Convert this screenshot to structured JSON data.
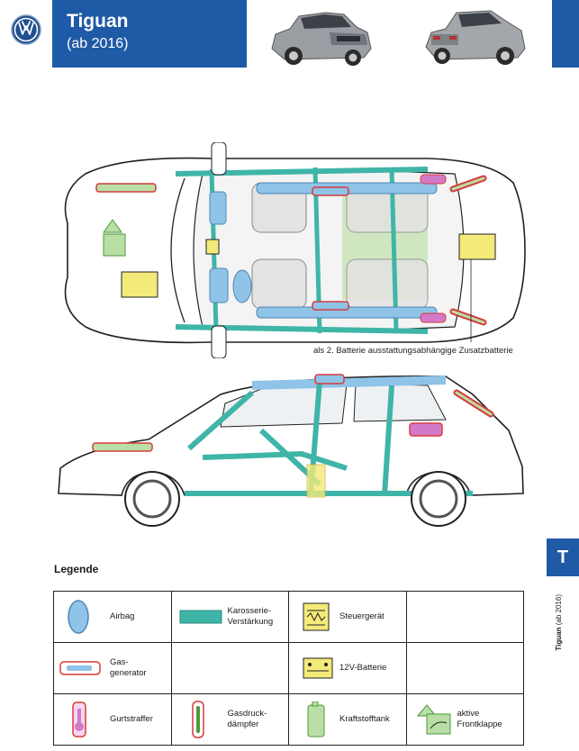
{
  "header": {
    "title": "Tiguan",
    "subtitle": "(ab 2016)",
    "logo_icon": "vw-logo-icon",
    "brand_color": "#1f5aa6"
  },
  "diagram": {
    "battery_note": "als 2. Batterie ausstattungsabhängige Zusatzbatterie"
  },
  "side_tab": {
    "letter": "T",
    "model": "Tiguan",
    "years": "(ab 2016)"
  },
  "legend": {
    "title": "Legende",
    "items": [
      {
        "icon": "airbag-icon",
        "label": "Airbag"
      },
      {
        "icon": "body-reinforcement-icon",
        "label": "Karosserie-\nVerstärkung"
      },
      {
        "icon": "control-unit-icon",
        "label": "Steuergerät"
      },
      {
        "icon": "",
        "label": ""
      },
      {
        "icon": "gas-generator-icon",
        "label": "Gas-\ngenerator"
      },
      {
        "icon": "",
        "label": ""
      },
      {
        "icon": "battery-icon",
        "label": "12V-Batterie"
      },
      {
        "icon": "",
        "label": ""
      },
      {
        "icon": "belt-tensioner-icon",
        "label": "Gurtstraffer"
      },
      {
        "icon": "gas-strut-icon",
        "label": "Gasdruck-\ndämpfer"
      },
      {
        "icon": "fuel-tank-icon",
        "label": "Kraftstofftank"
      },
      {
        "icon": "active-hood-icon",
        "label": "aktive\nFrontklappe"
      }
    ]
  },
  "colors": {
    "airbag": "#8fc3e8",
    "reinforcement": "#3fb5a8",
    "control_unit": "#f3ea7a",
    "gas_generator": "#d63b3b",
    "fuel_tank": "#b9dfa6",
    "belt_tensioner": "#d27ac8"
  }
}
